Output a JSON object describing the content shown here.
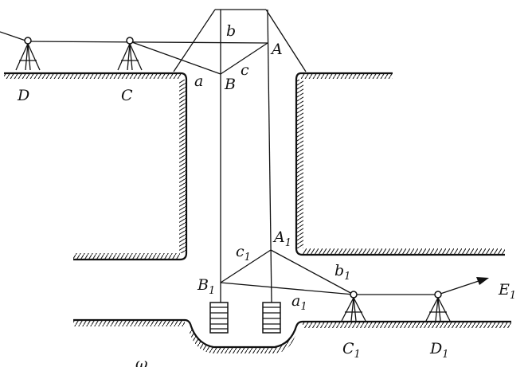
{
  "labels": {
    "D": "D",
    "C": "C",
    "a": "a",
    "B": "B",
    "c": "c",
    "b": "b",
    "A": "A",
    "A1": "A",
    "A1_sub": "1",
    "c1": "c",
    "c1_sub": "1",
    "b1": "b",
    "b1_sub": "1",
    "B1": "B",
    "B1_sub": "1",
    "a1": "a",
    "a1_sub": "1",
    "E1": "E",
    "E1_sub": "1",
    "C1": "C",
    "C1_sub": "1",
    "D1": "D",
    "D1_sub": "1",
    "bottom_fragment": "ω"
  },
  "colors": {
    "ink": "#111111",
    "background": "#ffffff"
  }
}
